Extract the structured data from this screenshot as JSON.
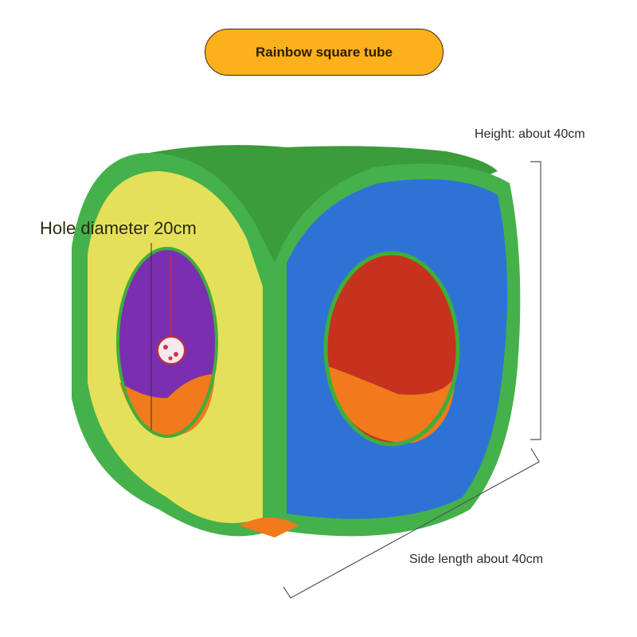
{
  "title": "Rainbow square tube",
  "labels": {
    "height": "Height: about 40cm",
    "hole_diameter": "Hole diameter 20cm",
    "side_length": "Side length about 40cm"
  },
  "colors": {
    "title_pill": "#fbb01c",
    "frame_green": "#3fae3a",
    "panel_yellow": "#e3df5a",
    "panel_blue": "#2f72d6",
    "interior_red": "#c6321e",
    "interior_orange": "#f07a1c",
    "interior_purple": "#6b2aa0"
  },
  "icons": {
    "toy_ball": "hanging-ball-icon"
  }
}
